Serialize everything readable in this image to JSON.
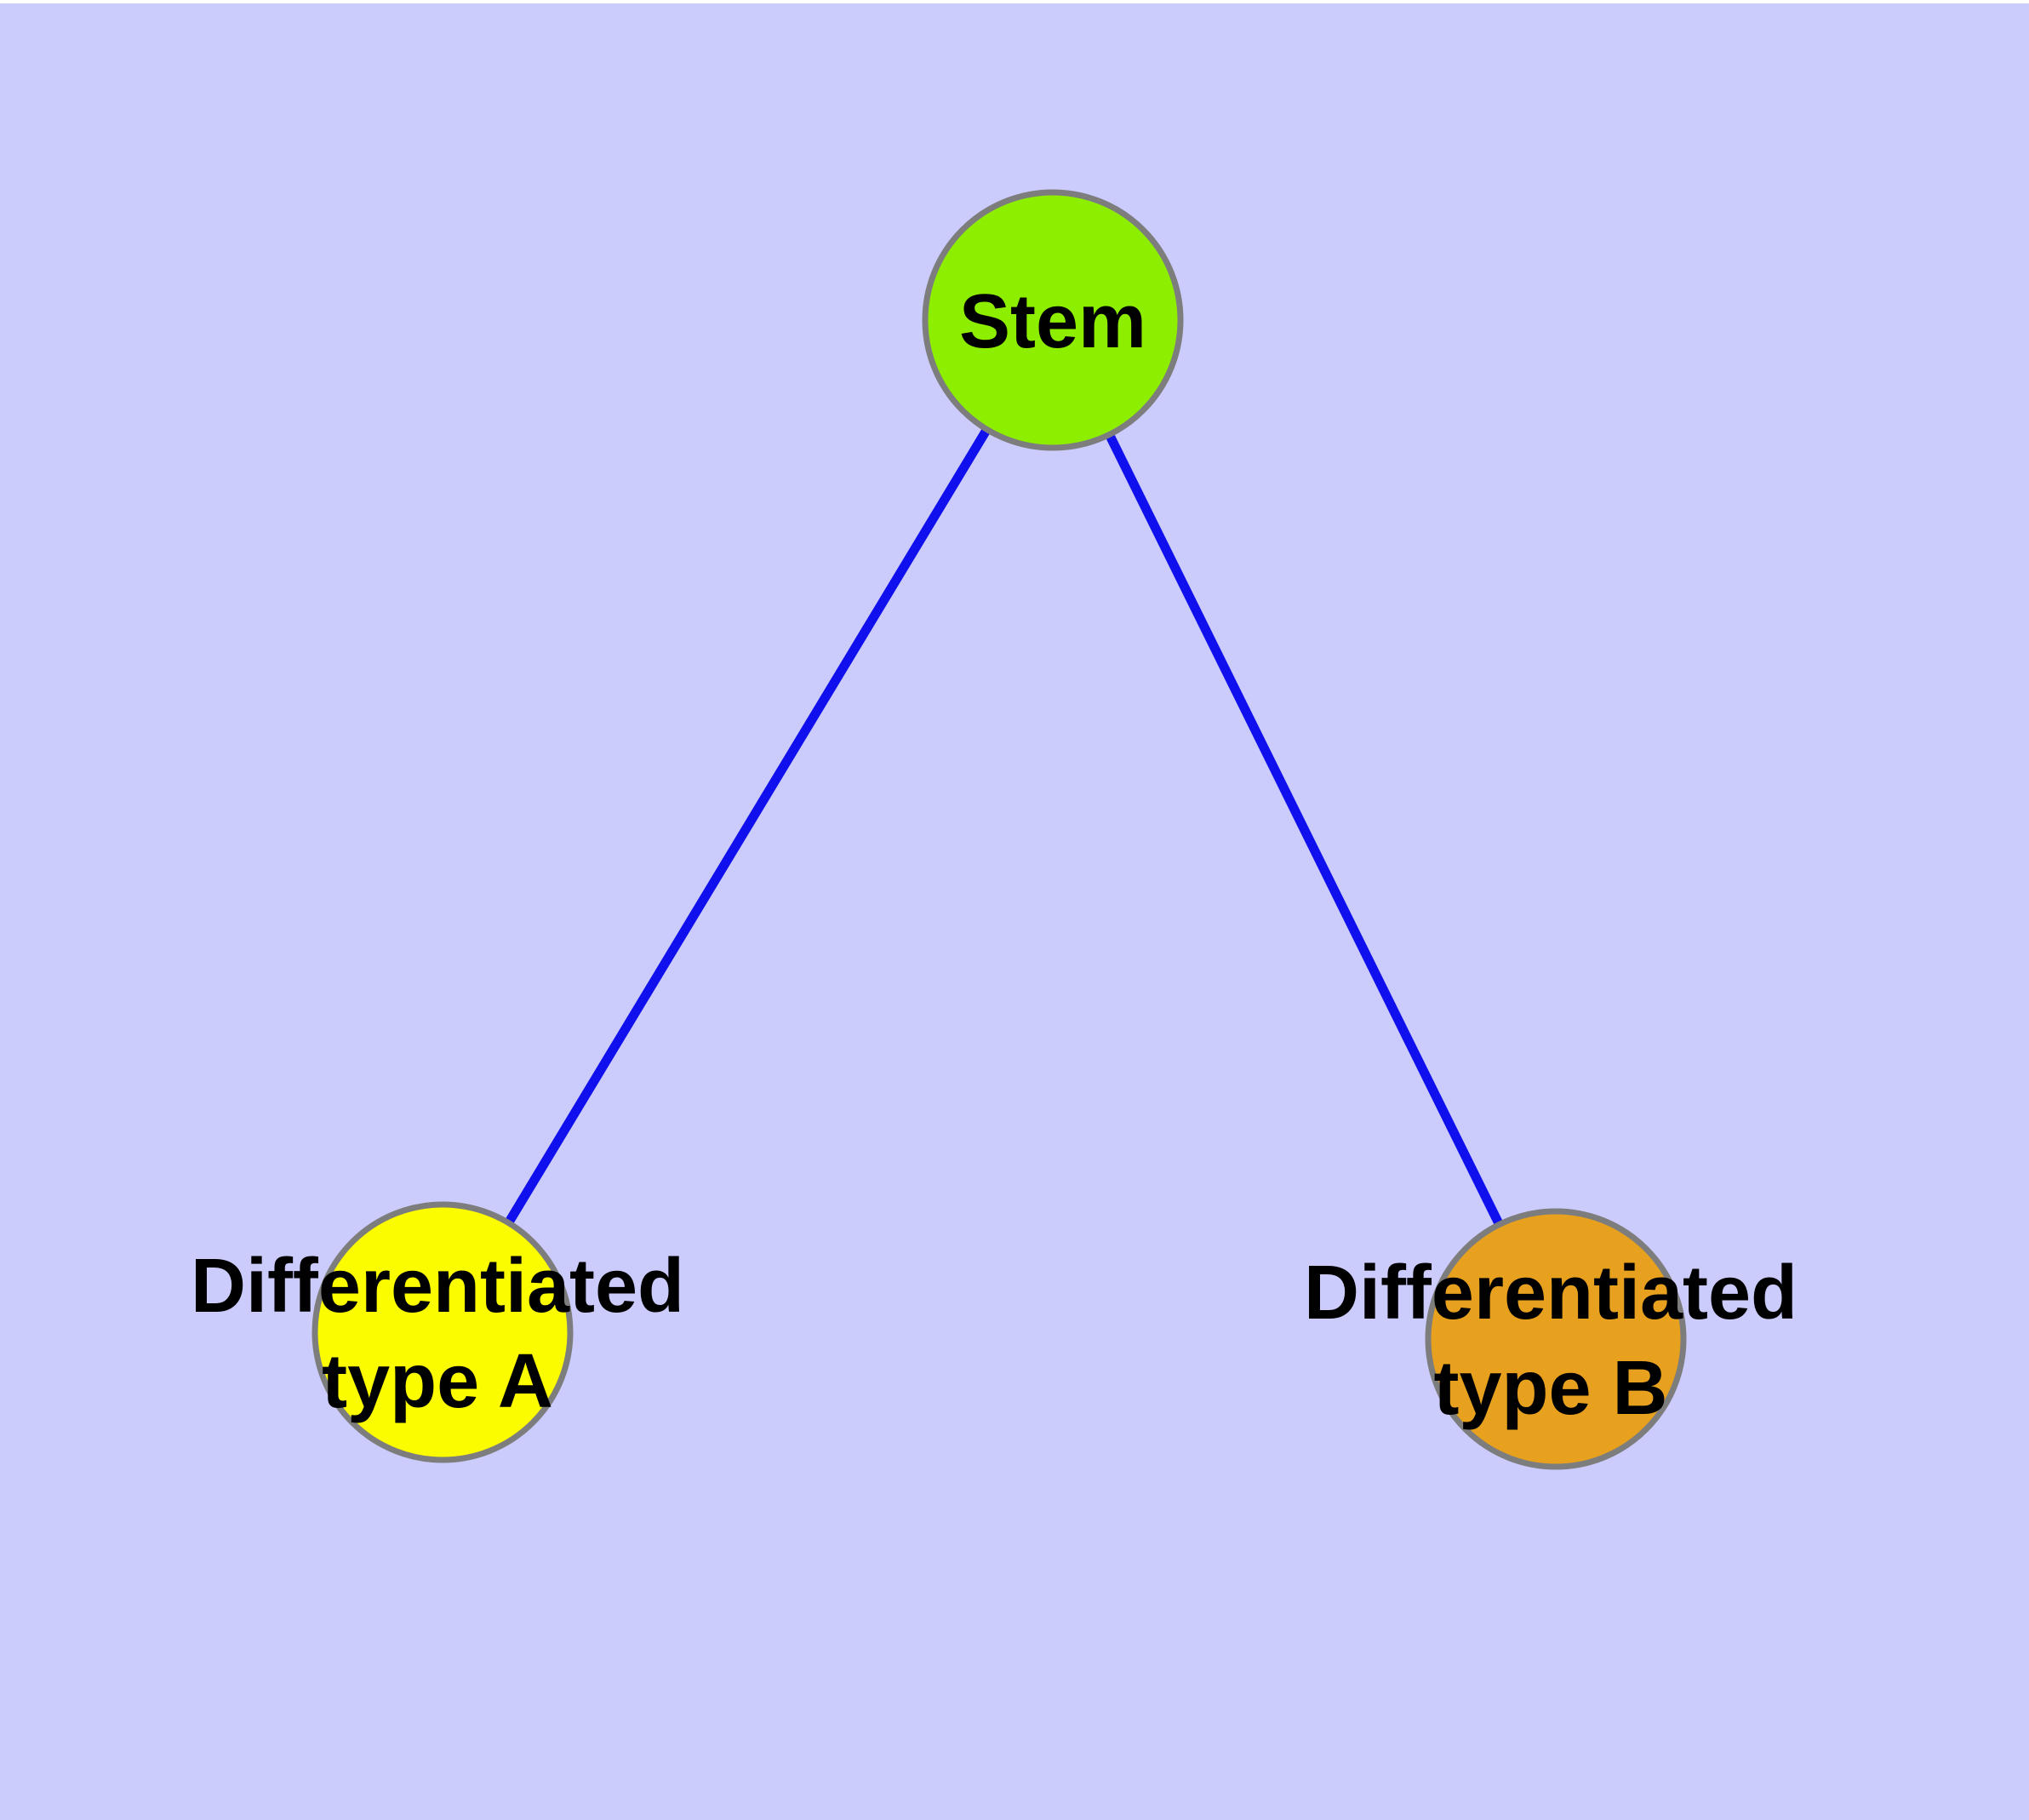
{
  "background": {
    "color": "#CBCBFC",
    "top_strip_color": "#FFFFFF"
  },
  "text_color": "#000000",
  "nodes": {
    "stem": {
      "label": "Stem",
      "fill": "#8DEE00",
      "border": "#7D7D7D"
    },
    "type_a": {
      "label_line1": "Differentiated",
      "label_line2": "type A",
      "fill": "#FCFC00",
      "border": "#7D7D7D"
    },
    "type_b": {
      "label_line1": "Differentiated",
      "label_line2": "type B",
      "fill": "#E8A11E",
      "border": "#7D7D7D"
    }
  },
  "edges": {
    "color": "#1010EE",
    "list": [
      {
        "from": "Stem",
        "to": "Differentiated type A"
      },
      {
        "from": "Stem",
        "to": "Differentiated type B"
      }
    ]
  }
}
